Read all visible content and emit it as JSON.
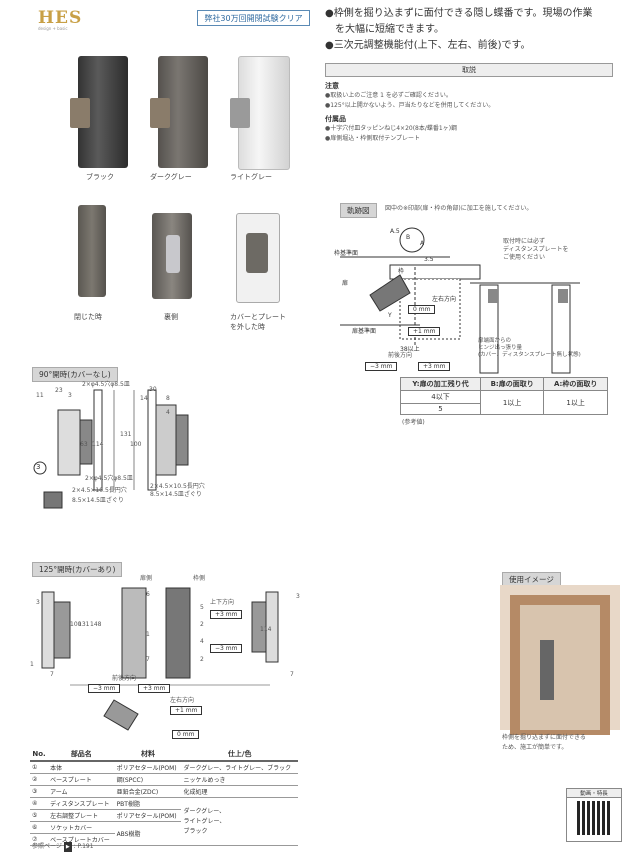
{
  "header": {
    "logo": "HES",
    "logo_sub": "design + basic",
    "badge": "弊社30万回開閉試験クリア"
  },
  "features": [
    "●枠側を掘り込まずに面付できる隠し蝶番です。現場の作業",
    "を大幅に短縮できます。",
    "●三次元調整機能付(上下、左右、前後)です。"
  ],
  "colors_row": {
    "labels": [
      "ブラック",
      "ダークグレー",
      "ライトグレー"
    ],
    "swatches": [
      "#4a4a4a",
      "#6a6763",
      "#e8e8e8"
    ]
  },
  "states_row": {
    "labels": [
      "閉じた時",
      "裏側",
      "カバーとプレート",
      "を外した時"
    ]
  },
  "notes": {
    "handling_tab": "取説",
    "caution_title": "注意",
    "caution_items": [
      "●取扱い上のご注意 1 を必ずご確認ください。",
      "●125°以上開かないよう、戸当たりなどを併用してください。"
    ],
    "accessories_title": "付属品",
    "accessories_items": [
      "●十字穴付皿タッピンねじ4×20(8本/蝶番1ヶ)鋼",
      "●扉側堀込・枠側取付テンプレート"
    ]
  },
  "track": {
    "tab": "軌跡図",
    "desc": "図中の※印部(扉・枠の角部)に加工を施してください。",
    "labels": [
      "枠基準面",
      "扉",
      "枠",
      "扉基準面",
      "左右方向",
      "0 mm",
      "+1 mm",
      "前後方向",
      "−3 mm",
      "+3 mm",
      "38以上",
      "3.5",
      "Y",
      "B",
      "A",
      "A.5"
    ],
    "note_right": [
      "取付時には必ず",
      "ディスタンスプレートを",
      "ご使用ください"
    ],
    "note_bottom": [
      "扉端面からの",
      "ヒンジ出っ張り量",
      "(カバー、ディスタンスプレート無し状態)"
    ],
    "table_headers": [
      "Y:扉の加工残り代",
      "B:扉の面取り",
      "A:枠の面取り"
    ],
    "table_rows": [
      [
        "4以下",
        "1以上",
        "1以上"
      ],
      [
        "5",
        "",
        ""
      ]
    ],
    "table_note": "(参考値)"
  },
  "section90": {
    "tab": "90°開時(カバーなし)",
    "dims": [
      "11",
      "23",
      "3",
      "14",
      "30",
      "8",
      "4",
      "63",
      "114",
      "131",
      "100"
    ],
    "callouts": [
      "2×φ4.5穴φ8.5皿",
      "2×φ4.5穴φ8.5皿",
      "2×4.5×10.5長円穴",
      "8.5×14.5皿ざぐり",
      "2×4.5×10.5長円穴",
      "8.5×14.5皿ざぐり"
    ],
    "circle": "3"
  },
  "section125": {
    "tab": "125°開時(カバーあり)",
    "side_labels": [
      "扉側",
      "枠側"
    ],
    "circles": [
      "6",
      "1",
      "7",
      "5",
      "2",
      "4",
      "2",
      "3",
      "3"
    ],
    "dims": [
      "100",
      "131",
      "148",
      "114",
      "1",
      "7",
      "7"
    ],
    "updown": "上下方向",
    "updown_vals": [
      "+3 mm",
      "−3 mm"
    ],
    "frontback": "前後方向",
    "frontback_vals": [
      "−3 mm",
      "+3 mm"
    ],
    "leftright": "左右方向",
    "leftright_vals": [
      "+1 mm",
      "0 mm"
    ]
  },
  "usage": {
    "tab": "使用イメージ",
    "caption": [
      "枠側を掘り込まずに面付できる",
      "ため、施工が簡単です。"
    ]
  },
  "parts_table": {
    "headers": [
      "No.",
      "部品名",
      "材料",
      "仕上/色"
    ],
    "rows": [
      [
        "①",
        "本体",
        "ポリアセタール(POM)",
        "ダークグレー、ライトグレー、ブラック"
      ],
      [
        "②",
        "ベースプレート",
        "鋼(SPCC)",
        "ニッケルめっき"
      ],
      [
        "③",
        "アーム",
        "亜鉛合金(ZDC)",
        "化成処理"
      ],
      [
        "④",
        "ディスタンスプレート",
        "PBT樹脂",
        ""
      ],
      [
        "⑤",
        "左右調整プレート",
        "ポリアセタール(POM)",
        ""
      ],
      [
        "⑥",
        "ソケットカバー",
        "",
        ""
      ],
      [
        "⑦",
        "ベースプレートカバー",
        "ABS樹脂",
        ""
      ]
    ],
    "merged_finish": [
      "ダークグレー、",
      "ライトグレー、",
      "ブラック"
    ],
    "ref": "参照ページ",
    "ref_page": ": P.191"
  },
  "video": {
    "label": "動画・特長"
  }
}
